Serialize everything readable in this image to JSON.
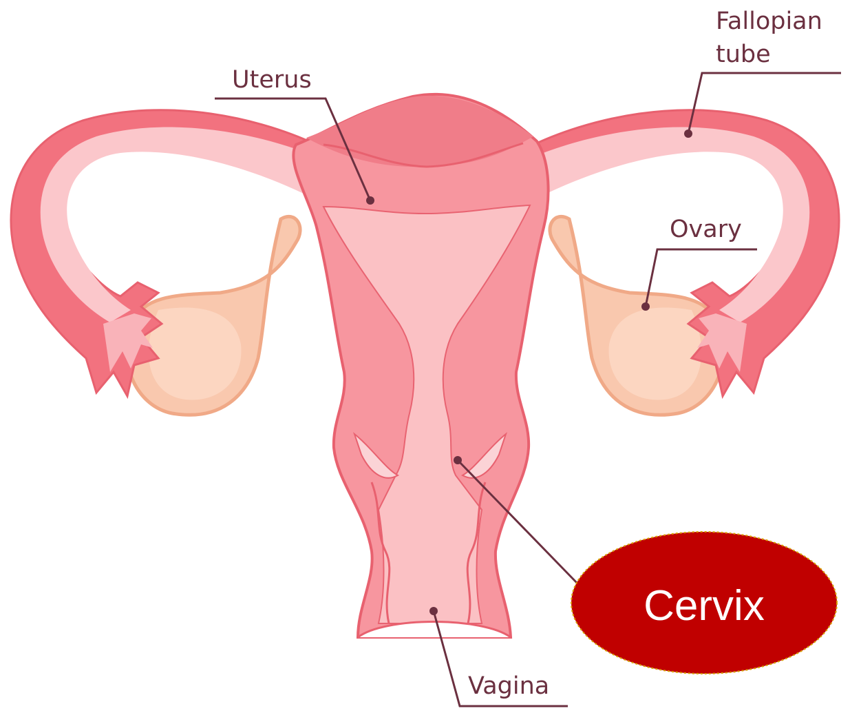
{
  "labels": {
    "fallopian_line1": "Fallopian",
    "fallopian_line2": "tube",
    "uterus": "Uterus",
    "ovary": "Ovary",
    "vagina": "Vagina",
    "cervix": "Cervix"
  },
  "colors": {
    "outline": "#e8616f",
    "tube_fill": "#f6a0a8",
    "tube_inner": "#fbc7cb",
    "uterus_fill": "#f7969f",
    "uterus_top": "#f07d89",
    "cavity": "#fcc4c7",
    "ovary_fill": "#f9c8ae",
    "ovary_stroke": "#f0a987",
    "leader": "#6b3040",
    "label_text": "#6b3040",
    "cervix_badge": "#c00000",
    "cervix_badge_text": "#ffffff"
  }
}
